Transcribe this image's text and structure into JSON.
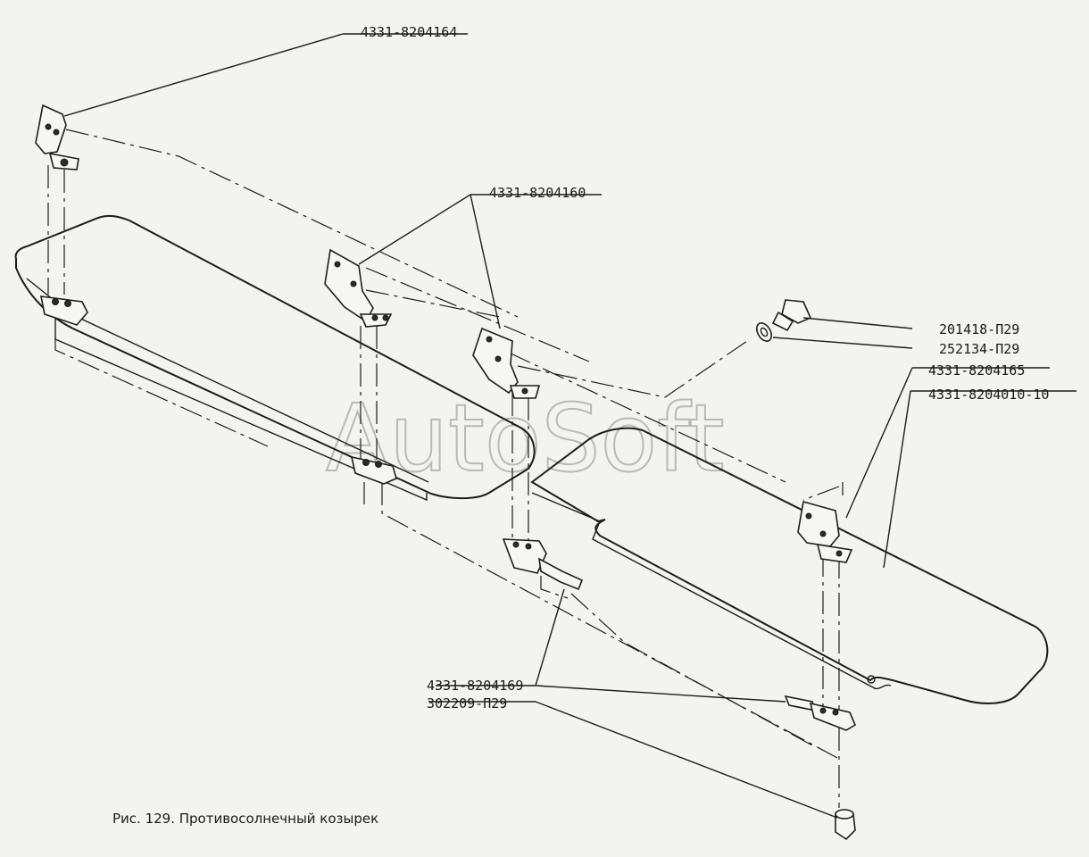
{
  "watermark": "AutoSoft",
  "caption": "Рис. 129. Противосолнечный козырек",
  "labels": {
    "p1": "4331-8204164",
    "p2": "4331-8204160",
    "p3": "201418-П29",
    "p4": "252134-П29",
    "p5": "4331-8204165",
    "p6": "4331-8204010-10",
    "p7": "4331-8204169",
    "p8": "302209-П29"
  }
}
